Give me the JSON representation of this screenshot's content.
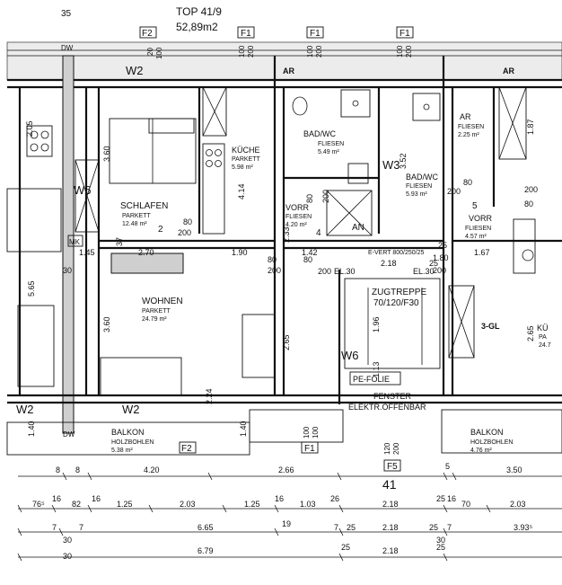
{
  "header": {
    "unit": "TOP 41/9",
    "area": "52,89m2",
    "axis_35": "35"
  },
  "rooms": {
    "schlafen": {
      "name": "SCHLAFEN",
      "floor": "PARKETT",
      "area": "12.48 m²"
    },
    "kueche": {
      "name": "KÜCHE",
      "floor": "PARKETT",
      "area": "5.98 m²"
    },
    "badwc": {
      "name": "BAD/WC",
      "floor": "FLIESEN",
      "area": "5.49 m²"
    },
    "vorr": {
      "name": "VORR",
      "floor": "FLIESEN",
      "area": "4.20 m²"
    },
    "wohnen": {
      "name": "WOHNEN",
      "floor": "PARKETT",
      "area": "24.79 m²"
    },
    "balkon_left": {
      "name": "BALKON",
      "floor": "HOLZBOHLEN",
      "area": "5.38 m²"
    },
    "ar_right": {
      "name": "AR",
      "floor": "FLIESEN",
      "area": "2.25 m²"
    },
    "badwc_right": {
      "name": "BAD/WC",
      "floor": "FLIESEN",
      "area": "5.93 m²"
    },
    "vorr_right": {
      "name": "VORR",
      "floor": "FLIESEN",
      "area": "4.57 m²"
    },
    "balkon_right": {
      "name": "BALKON",
      "floor": "HOLZBOHLEN",
      "area": "4.76 m²"
    },
    "kue_right": {
      "name": "KÜ",
      "floor": "PA",
      "area": "24.7"
    }
  },
  "labels": {
    "w2_top": "W2",
    "w6_left": "W6",
    "w3": "W3",
    "w6_mid": "W6",
    "w2_bl": "W2",
    "w2_bm": "W2",
    "f2_top": "F2",
    "f1_a": "F1",
    "f1_b": "F1",
    "f1_c": "F1",
    "f2_bottom": "F2",
    "f1_bottom": "F1",
    "f5": "F5",
    "ar_a": "AR",
    "ar_b": "AR",
    "dw_top": "DW",
    "dw_bottom": "DW",
    "mk": "MK",
    "an": "AN",
    "zugtreppe_1": "ZUGTREPPE",
    "zugtreppe_2": "70/120/F30",
    "evert": "E-VERT 800/250/25",
    "pefolie": "PE-FOLIE",
    "fenster": "FENSTER",
    "elektr": "ELEKTR.OFFENBAR",
    "gl": "3-GL",
    "num_41": "41",
    "step_2": "2",
    "step_4": "4",
    "step_5": "5"
  },
  "dims_interior": {
    "d1": "80",
    "d2": "200",
    "d3": "2.70",
    "d4": "1.90",
    "d5": "80",
    "d6": "200",
    "d7": "1.42",
    "d8": "80",
    "d9": "200",
    "d10": "2.18",
    "d11": "1.80",
    "d12": "200",
    "d13": "1.67",
    "d14": "EL.30",
    "d15": "EL.30",
    "d16": "3.60",
    "d17": "3.60",
    "d18": "4.14",
    "d19": "2.33",
    "d20": "3.52",
    "d21": "2.65",
    "d22": "1.96",
    "d23": "1.13",
    "d24": "2.65",
    "d25": "1.45",
    "d26": "5.65",
    "d27": "2.05",
    "d28": "1.87",
    "d29": "1.40",
    "d30": "1.40",
    "d31": "80",
    "d32": "200",
    "d33": "80",
    "d34": "200",
    "d35": "80",
    "d36": "200",
    "d37": "30",
    "d38": "25",
    "d39": "25",
    "d40": "37",
    "d41": "2.24"
  },
  "dim_rows": {
    "row1": [
      "8",
      "8",
      "4.20",
      "2.66",
      "5",
      "3.50"
    ],
    "row2": [
      "76⁵",
      "16",
      "82",
      "16",
      "1.25",
      "2.03",
      "1.25",
      "16",
      "1.03",
      "26",
      "2.18",
      "25",
      "16",
      "70",
      "2.03"
    ],
    "row3": [
      "7",
      "7",
      "6.65",
      "19",
      "7",
      "25",
      "2.18",
      "25",
      "7",
      "3.93⁵"
    ],
    "row3b": [
      "30",
      "30"
    ],
    "row4": [
      "6.79",
      "25",
      "2.18",
      "25"
    ],
    "row4b": [
      "30"
    ]
  },
  "small_marks": {
    "f2_val": [
      "20",
      "100"
    ],
    "f1a_val": [
      "100",
      "200"
    ],
    "f1b_val": [
      "100",
      "200"
    ],
    "f1c_val": [
      "100",
      "200"
    ],
    "f1_bottom_val": [
      "100",
      "100"
    ],
    "f5_val": [
      "120",
      "200"
    ]
  }
}
